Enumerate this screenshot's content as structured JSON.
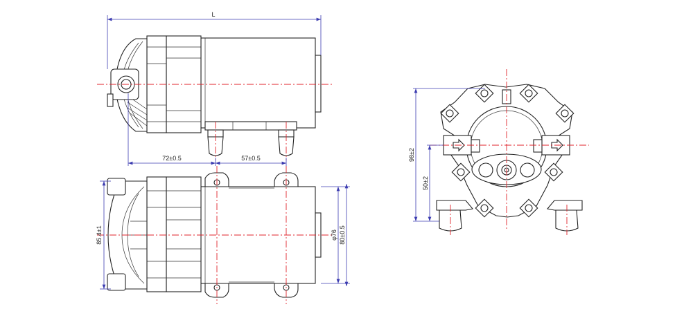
{
  "dimensions": {
    "overall_length": "L",
    "inlet_to_foot": "72±0.5",
    "foot_spacing": "57±0.5",
    "side_width": "85.4±1",
    "motor_diameter": "φ76",
    "foot_width": "80±0.5",
    "total_height": "98±2",
    "center_height": "50±2"
  },
  "colors": {
    "outline": "#222222",
    "dimension_lines": "#3b3bb0",
    "center_lines": "#e0232b"
  }
}
